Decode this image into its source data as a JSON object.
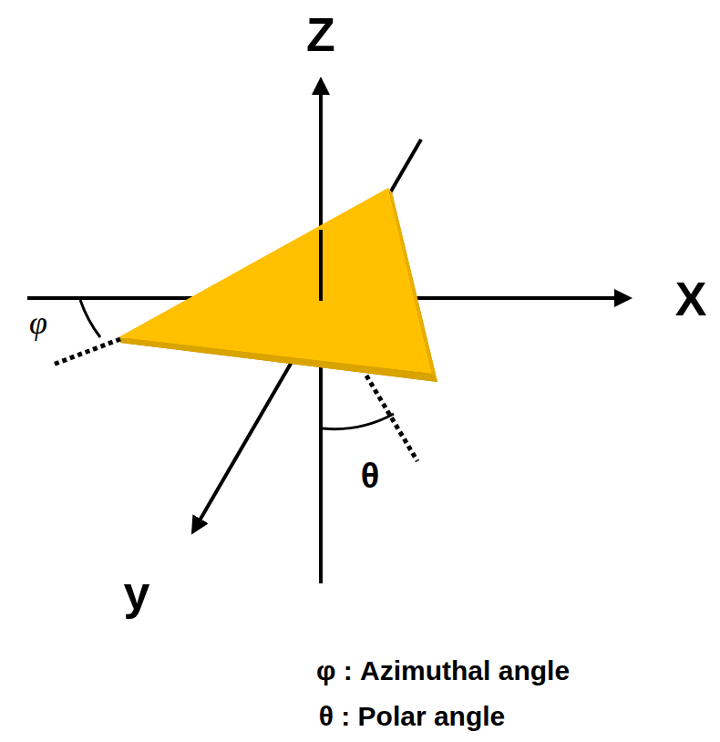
{
  "diagram": {
    "labels": [
      "Z",
      "X",
      "y",
      "φ",
      "θ",
      "φ : Azimuthal angle",
      "θ : Polar angle"
    ]
  }
}
